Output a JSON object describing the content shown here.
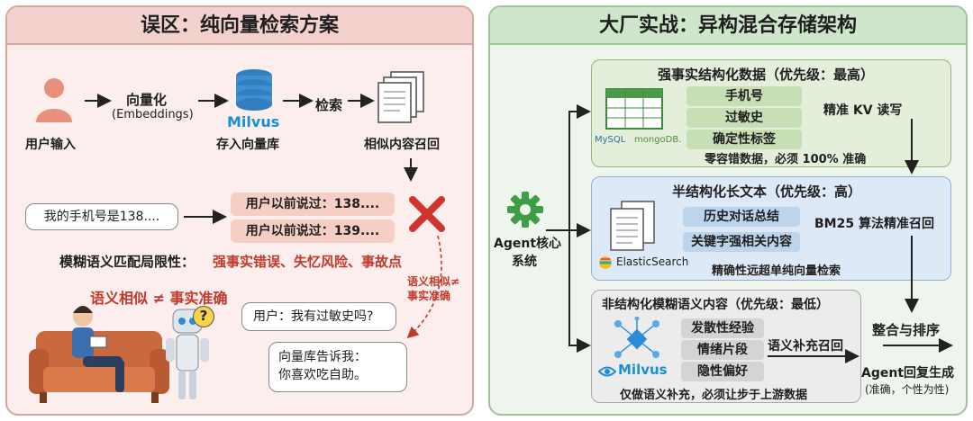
{
  "left": {
    "title": "误区：纯向量检索方案",
    "flow": {
      "user_input": "用户输入",
      "vectorize": "向量化",
      "embeddings": "(Embeddings)",
      "milvus_logo": "Milvus",
      "store": "存入向量库",
      "retrieve": "检索",
      "recall": "相似内容召回"
    },
    "query": "我的手机号是138....",
    "results": [
      "用户以前说过：138....",
      "用户以前说过：139...."
    ],
    "limit_label": "模糊语义匹配局限性：",
    "limit_items": "强事实错误、失忆风险、事故点",
    "side_note_1": "语义相似≠",
    "side_note_2": "事实准确",
    "headline": "语义相似 ≠ 事实准确",
    "user_question": "用户：我有过敏史吗?",
    "answer_1": "向量库告诉我：",
    "answer_2": "你喜欢吃自助。",
    "robot_bubble": "?"
  },
  "right": {
    "title": "大厂实战：异构混合存储架构",
    "core_1": "Agent核心",
    "core_2": "系统",
    "structured": {
      "title": "强事实结构化数据（优先级：最高）",
      "tags": [
        "手机号",
        "过敏史",
        "确定性标签"
      ],
      "mysql": "MySQL",
      "mongodb": "mongoDB.",
      "action": "精准 KV 读写",
      "footer": "零容错数据，必须 100% 准确"
    },
    "semi": {
      "title": "半结构化长文本（优先级：高）",
      "tags": [
        "历史对话总结",
        "关键字强相关内容"
      ],
      "es": "ElasticSearch",
      "action": "BM25 算法精准召回",
      "footer": "精确性远超单纯向量检索"
    },
    "unstructured": {
      "title": "非结构化模糊语义内容（优先级：最低）",
      "tags": [
        "发散性经验",
        "情绪片段",
        "隐性偏好"
      ],
      "milvus": "Milvus",
      "action": "语义补充召回",
      "footer": "仅做语义补充，必须让步于上游数据"
    },
    "merge": "整合与排序",
    "output": "Agent回复生成",
    "output_note": "(准确，个性为性)"
  },
  "colors": {
    "left_bg": "#fbeeec",
    "right_bg": "#eef5ec",
    "accent_red": "#c0392b",
    "milvus_blue": "#1a8fd6"
  }
}
